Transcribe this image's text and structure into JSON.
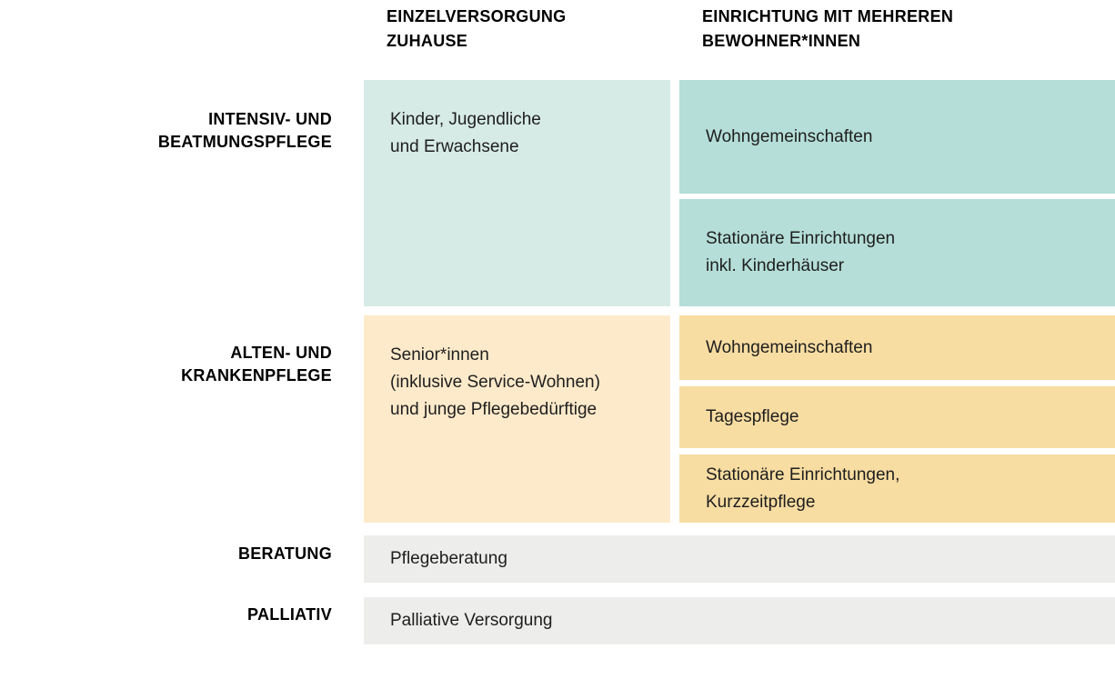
{
  "colors": {
    "mint_light": "#d6eae6",
    "teal": "#b5ded8",
    "peach_light": "#fdeaca",
    "orange": "#f8dda2",
    "gray": "#ededec",
    "cell_text": "#1e1e1e",
    "label_text": "#000000",
    "background": "#ffffff"
  },
  "columns": [
    {
      "label": "EINZELVERSORGUNG\nZUHAUSE"
    },
    {
      "label": "EINRICHTUNG MIT MEHREREN\nBEWOHNER*INNEN"
    }
  ],
  "rows": [
    {
      "label": "INTENSIV- UND\nBEATMUNGSPFLEGE",
      "home": "Kinder, Jugendliche\nund Erwachsene",
      "facility": [
        "Wohngemeinschaften",
        "Stationäre Einrichtungen\ninkl. Kinderhäuser"
      ]
    },
    {
      "label": "ALTEN- UND\nKRANKENPFLEGE",
      "home": "Senior*innen\n(inklusive Service-Wohnen)\nund junge Pflegebedürftige",
      "facility": [
        "Wohngemeinschaften",
        "Tagespflege",
        "Stationäre Einrichtungen,\nKurzzeitpflege"
      ]
    },
    {
      "label": "BERATUNG",
      "full": "Pflegeberatung"
    },
    {
      "label": "PALLIATIV",
      "full": "Palliative Versorgung"
    }
  ]
}
